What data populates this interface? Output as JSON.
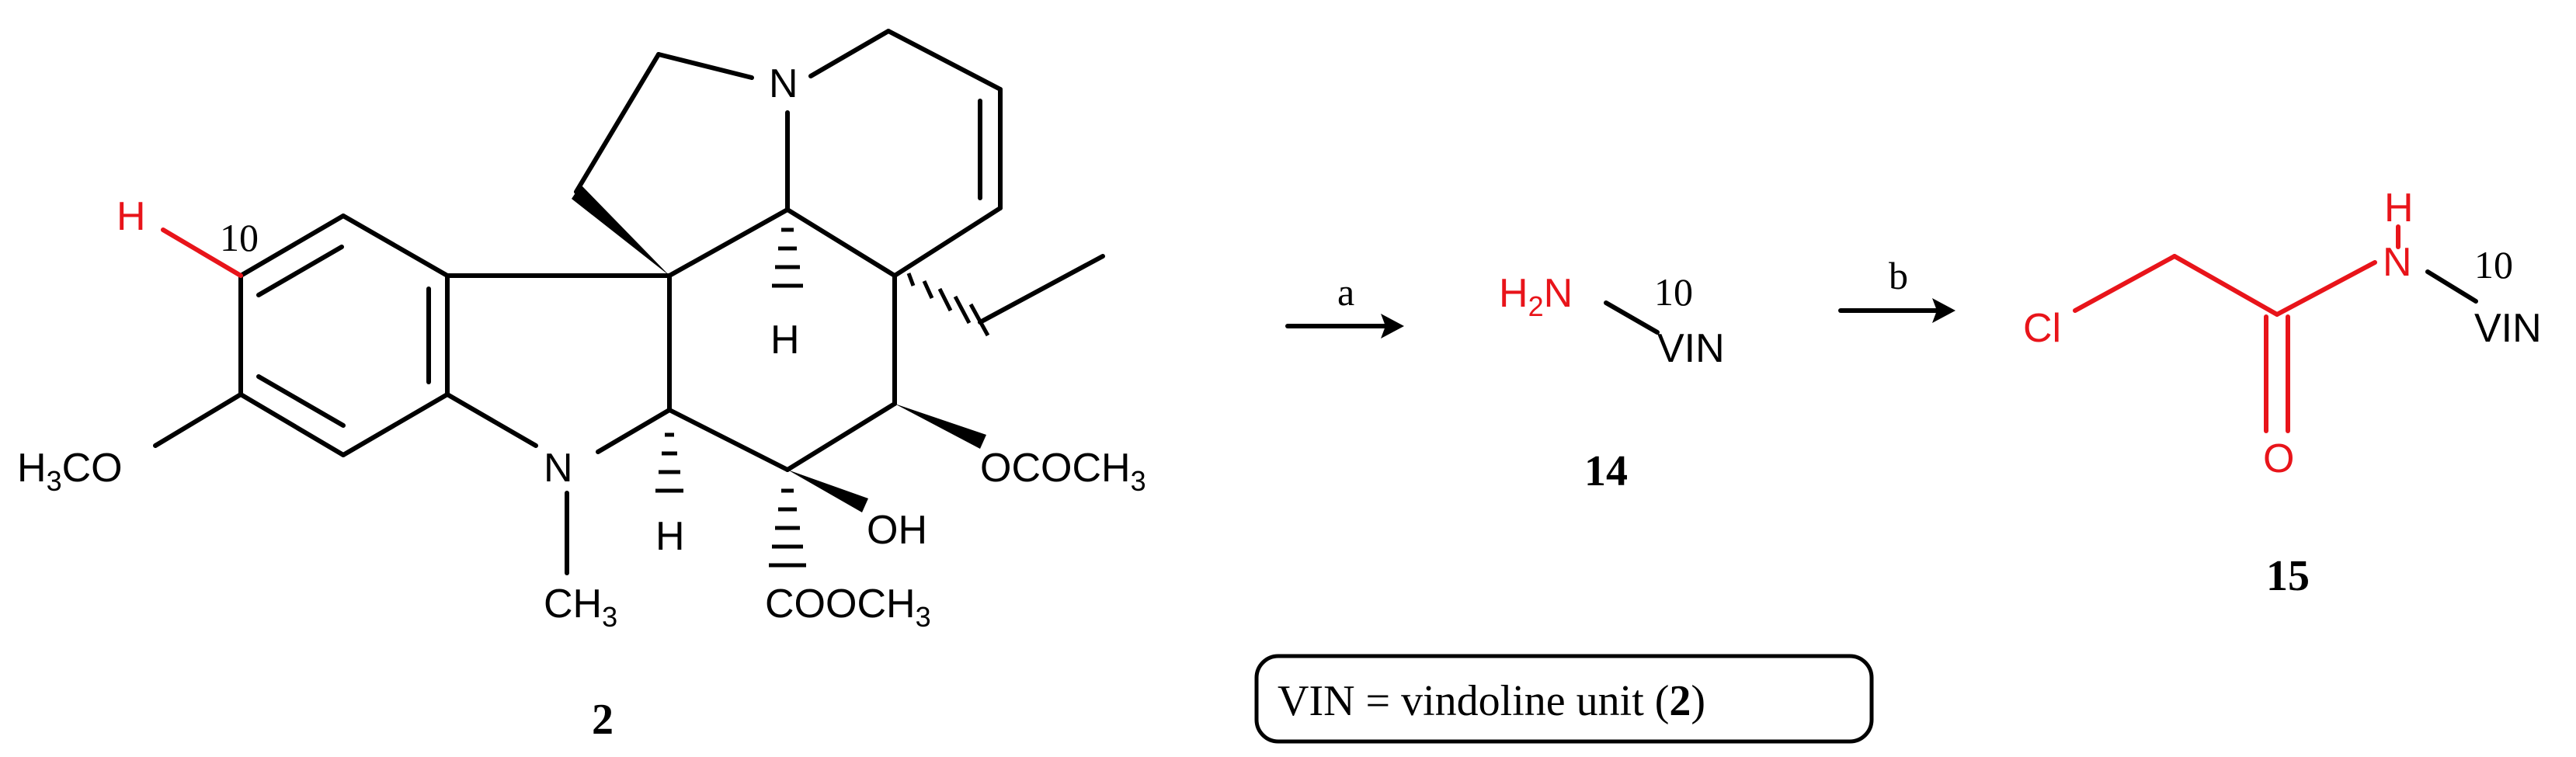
{
  "compound_2": {
    "atoms": {
      "h_top": "H",
      "n_upper": "N",
      "n_lower": "N",
      "h_alpha": "H",
      "h_beta": "H",
      "h3co": "H3CO",
      "h3co_main": "H",
      "h3co_sub": "3",
      "h3co_end": "CO",
      "ch3_main": "CH",
      "ch3_sub": "3",
      "oh": "OH",
      "ococh3_main": "OCOCH",
      "ococh3_sub": "3",
      "cooch3_main": "COOCH",
      "cooch3_sub": "3"
    },
    "position_label": "10",
    "number": "2"
  },
  "step_a": "a",
  "step_b": "b",
  "compound_14": {
    "h2n_main": "H",
    "h2n_sub": "2",
    "h2n_n": "N",
    "position_label": "10",
    "vin": "VIN",
    "number": "14"
  },
  "compound_15": {
    "cl": "Cl",
    "o": "O",
    "nh_h": "H",
    "nh_n": "N",
    "position_label": "10",
    "vin": "VIN",
    "number": "15"
  },
  "legend": {
    "prefix": "VIN = vindoline unit (",
    "ref": "2",
    "suffix": ")"
  },
  "colors": {
    "highlight": "#e8141a",
    "ink": "#000000"
  }
}
